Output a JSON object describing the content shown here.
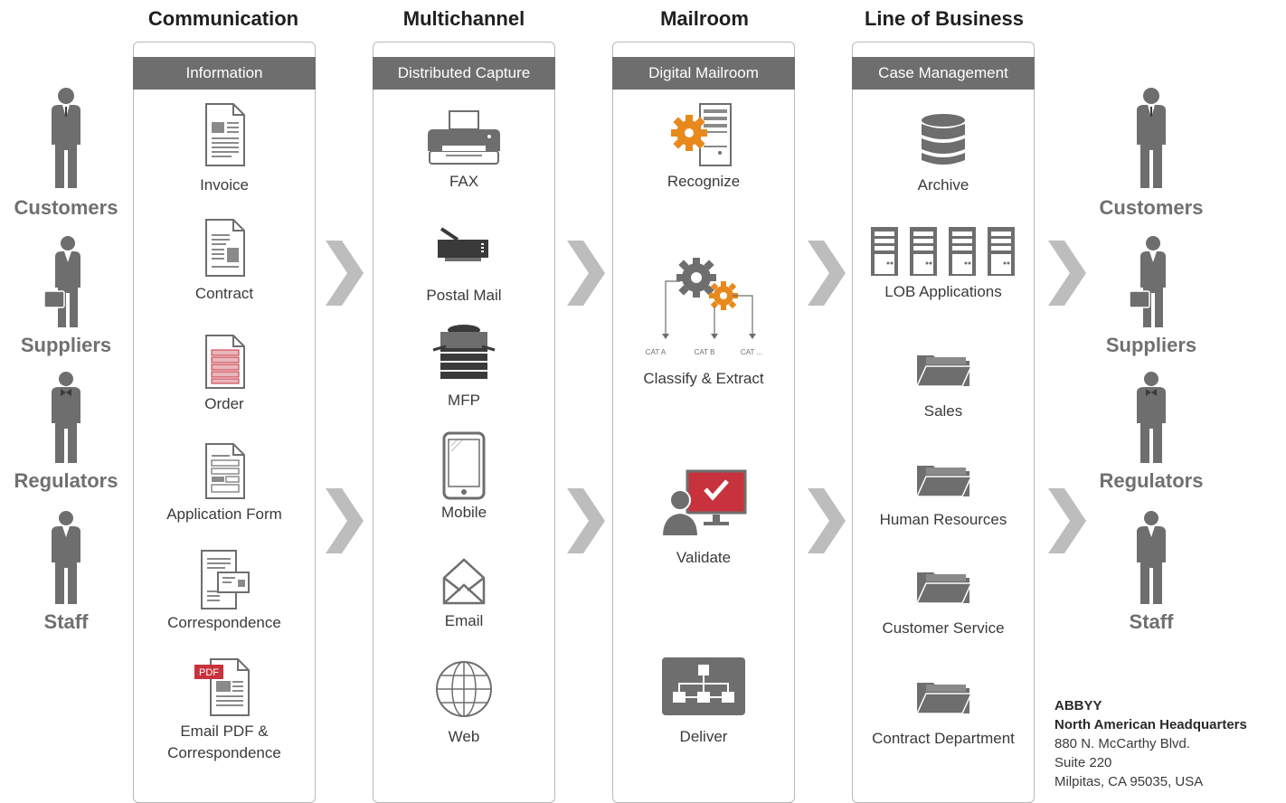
{
  "columns": [
    {
      "title": "Communication",
      "header": "Information",
      "items": [
        {
          "label": "Invoice",
          "icon": "invoice-document-icon"
        },
        {
          "label": "Contract",
          "icon": "contract-document-icon"
        },
        {
          "label": "Order",
          "icon": "order-document-icon"
        },
        {
          "label": "Application Form",
          "icon": "form-document-icon"
        },
        {
          "label": "Correspondence",
          "icon": "correspondence-icon"
        },
        {
          "label": "Email PDF &",
          "label2": "Correspondence",
          "icon": "pdf-document-icon",
          "badge": "PDF"
        }
      ]
    },
    {
      "title": "Multichannel",
      "header": "Distributed Capture",
      "items": [
        {
          "label": "FAX",
          "icon": "fax-printer-icon"
        },
        {
          "label": "Postal Mail",
          "icon": "scanner-icon"
        },
        {
          "label": "MFP",
          "icon": "mfp-copier-icon"
        },
        {
          "label": "Mobile",
          "icon": "smartphone-icon"
        },
        {
          "label": "Email",
          "icon": "email-envelope-icon"
        },
        {
          "label": "Web",
          "icon": "globe-icon"
        }
      ]
    },
    {
      "title": "Mailroom",
      "header": "Digital Mailroom",
      "items": [
        {
          "label": "Recognize",
          "icon": "server-gear-icon"
        },
        {
          "label": "Classify & Extract",
          "icon": "gears-classify-icon",
          "cats": [
            "CAT A",
            "CAT B",
            "CAT ..."
          ]
        },
        {
          "label": "Validate",
          "icon": "validate-monitor-icon"
        },
        {
          "label": "Deliver",
          "icon": "hierarchy-deliver-icon"
        }
      ]
    },
    {
      "title": "Line of Business",
      "header": "Case Management",
      "items": [
        {
          "label": "Archive",
          "icon": "database-icon"
        },
        {
          "label": "LOB Applications",
          "icon": "servers-icon"
        },
        {
          "label": "Sales",
          "icon": "folder-icon"
        },
        {
          "label": "Human Resources",
          "icon": "folder-icon"
        },
        {
          "label": "Customer Service",
          "icon": "folder-icon"
        },
        {
          "label": "Contract Department",
          "icon": "folder-icon"
        }
      ]
    }
  ],
  "people": [
    "Customers",
    "Suppliers",
    "Regulators",
    "Staff"
  ],
  "colors": {
    "accent": "#e8891c",
    "red": "#c8323c",
    "gray": "#6e6e6e",
    "arrow": "#bdbdbd"
  },
  "hq": {
    "company": "ABBYY",
    "office": "North American Headquarters",
    "line1": "880 N. McCarthy Blvd.",
    "line2": "Suite 220",
    "line3": "Milpitas, CA 95035, USA"
  }
}
